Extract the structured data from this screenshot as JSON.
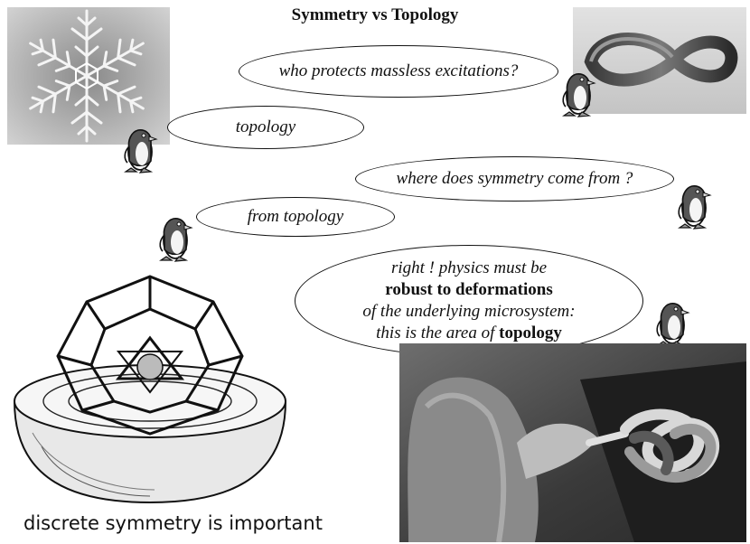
{
  "title": "Symmetry vs Topology",
  "bubbles": {
    "massless": "who protects massless excitations?",
    "topology": "topology",
    "symmetry_question": "where does symmetry come from ?",
    "from_topology": "from topology",
    "robust": {
      "line1": "right ! physics must be",
      "line2": "robust to deformations",
      "line3": "of the underlying microsystem:",
      "line4_prefix": "this is the area of ",
      "line4_bold": "topology"
    }
  },
  "caption": "discrete symmetry is important",
  "icons": [
    "snowflake-image",
    "mobius-strip-image",
    "kepler-solid-model-image",
    "painting-knot-image",
    "penguin-icon"
  ]
}
